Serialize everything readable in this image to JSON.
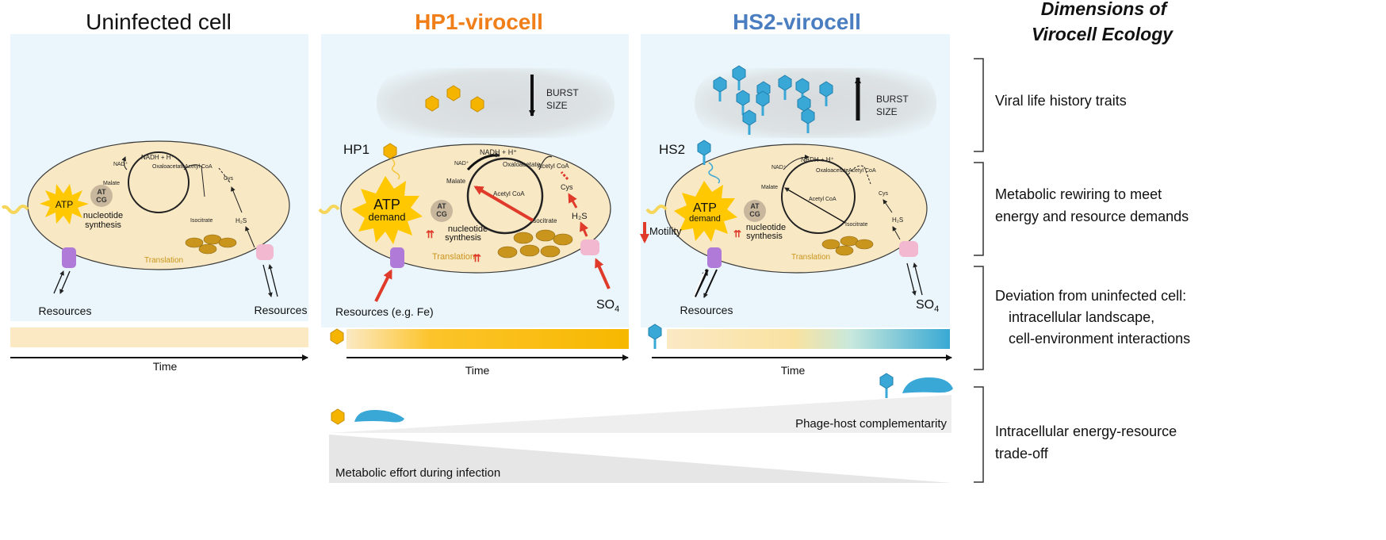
{
  "panels": {
    "uninfected": {
      "title": "Uninfected cell",
      "resources_left": "Resources",
      "resources_right": "Resources",
      "time": "Time"
    },
    "hp1": {
      "title": "HP1-virocell",
      "phage": "HP1",
      "burst1": "BURST",
      "burst2": "SIZE",
      "atp1": "ATP",
      "atp2": "demand",
      "resources": "Resources (e.g. Fe)",
      "so4": "SO",
      "so4_sub": "4",
      "time": "Time"
    },
    "hs2": {
      "title": "HS2-virocell",
      "phage": "HS2",
      "burst1": "BURST",
      "burst2": "SIZE",
      "atp1": "ATP",
      "atp2": "demand",
      "motility": "Motility",
      "resources": "Resources",
      "so4": "SO",
      "so4_sub": "4",
      "time": "Time"
    }
  },
  "cell_labels": {
    "nadh": "NADH + H⁺",
    "nad": "NAD⁺",
    "oxaloacetate": "Oxaloacetate",
    "acetyl_coa": "Acetyl CoA",
    "malate": "Malate",
    "isocitrate": "Isocitrate",
    "cys": "Cys",
    "h2s": "H₂S",
    "atp": "ATP",
    "atcg1": "AT",
    "atcg2": "CG",
    "nucleotide1": "nucleotide",
    "nucleotide2": "synthesis",
    "translation": "Translation"
  },
  "bottom": {
    "complementarity": "Phage-host complementarity",
    "effort": "Metabolic effort during infection"
  },
  "dimensions": {
    "title1": "Dimensions of",
    "title2": "Virocell Ecology",
    "d1": [
      "Viral life history traits"
    ],
    "d2": [
      "Metabolic rewiring to meet",
      "energy and resource demands"
    ],
    "d3": [
      "Deviation from uninfected cell:",
      "intracellular landscape,",
      "cell-environment interactions"
    ],
    "d4": [
      "Intracellular energy-resource",
      "trade-off"
    ]
  },
  "colors": {
    "hp1": "#f07f1a",
    "hs2": "#4a7ec1",
    "cell": "#f8e8c4",
    "panel_bg": "#eaf6fb",
    "atp": "#ffc800",
    "red": "#e03a2a",
    "phage_orange": "#f5b400",
    "phage_blue": "#3aa8d6"
  }
}
